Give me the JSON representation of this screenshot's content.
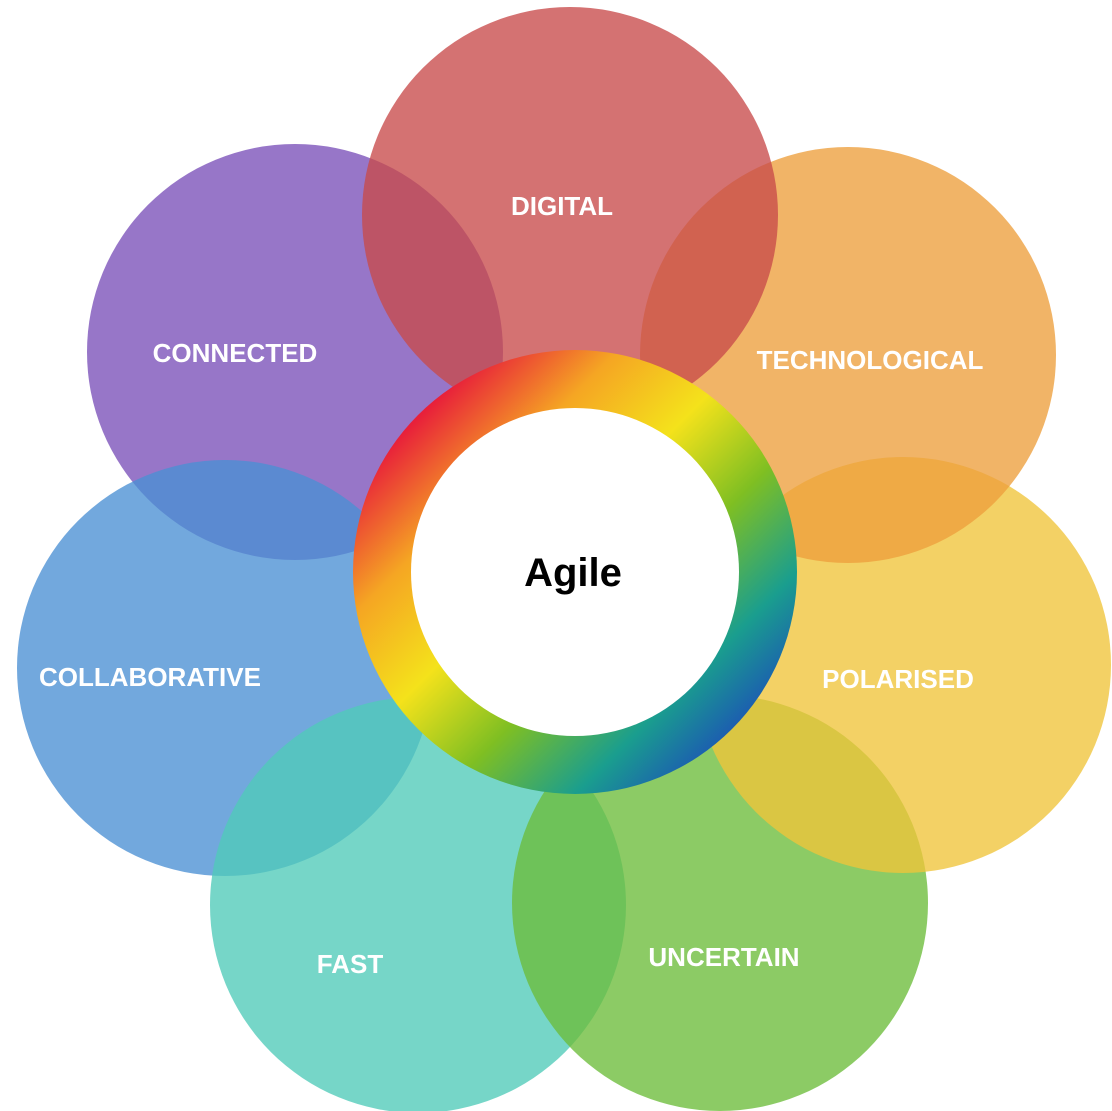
{
  "diagram": {
    "center": {
      "label": "Agile",
      "ring_colors": [
        "#e8203a",
        "#f5a623",
        "#f4e21b",
        "#7fbf22",
        "#1a9e8e",
        "#1c4fb8",
        "#2a1f5c",
        "#c93aa8"
      ]
    },
    "petals": [
      {
        "key": "digital",
        "label": "DIGITAL",
        "color": "#c84a4a"
      },
      {
        "key": "technological",
        "label": "TECHNOLOGICAL",
        "color": "#ed9f3c"
      },
      {
        "key": "polarised",
        "label": "POLARISED",
        "color": "#f0c43a"
      },
      {
        "key": "uncertain",
        "label": "UNCERTAIN",
        "color": "#6cbd3a"
      },
      {
        "key": "fast",
        "label": "FAST",
        "color": "#50cbb8"
      },
      {
        "key": "collaborative",
        "label": "COLLABORATIVE",
        "color": "#4a90d4"
      },
      {
        "key": "connected",
        "label": "CONNECTED",
        "color": "#7a4fb8"
      }
    ]
  }
}
